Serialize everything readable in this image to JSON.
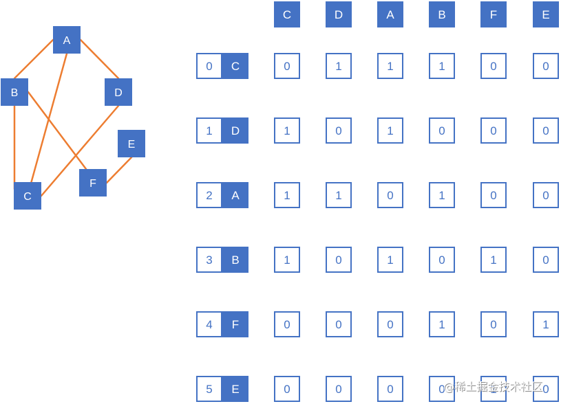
{
  "colors": {
    "node_fill": "#4472C4",
    "edge": "#ED7D31",
    "cell_border": "#4472C4",
    "text_light": "#FFFFFF"
  },
  "graph": {
    "nodes": [
      "A",
      "B",
      "D",
      "E",
      "C",
      "F"
    ],
    "edges": [
      [
        "A",
        "B"
      ],
      [
        "A",
        "D"
      ],
      [
        "A",
        "C"
      ],
      [
        "B",
        "C"
      ],
      [
        "B",
        "F"
      ],
      [
        "D",
        "C"
      ],
      [
        "F",
        "E"
      ]
    ]
  },
  "matrix": {
    "column_headers": [
      "C",
      "D",
      "A",
      "B",
      "F",
      "E"
    ],
    "rows": [
      {
        "index": "0",
        "label": "C",
        "cells": [
          "0",
          "1",
          "1",
          "1",
          "0",
          "0"
        ]
      },
      {
        "index": "1",
        "label": "D",
        "cells": [
          "1",
          "0",
          "1",
          "0",
          "0",
          "0"
        ]
      },
      {
        "index": "2",
        "label": "A",
        "cells": [
          "1",
          "1",
          "0",
          "1",
          "0",
          "0"
        ]
      },
      {
        "index": "3",
        "label": "B",
        "cells": [
          "1",
          "0",
          "1",
          "0",
          "1",
          "0"
        ]
      },
      {
        "index": "4",
        "label": "F",
        "cells": [
          "0",
          "0",
          "0",
          "1",
          "0",
          "1"
        ]
      },
      {
        "index": "5",
        "label": "E",
        "cells": [
          "0",
          "0",
          "0",
          "0",
          "1",
          "0"
        ]
      }
    ]
  },
  "watermark": "@稀土掘金技术社区"
}
